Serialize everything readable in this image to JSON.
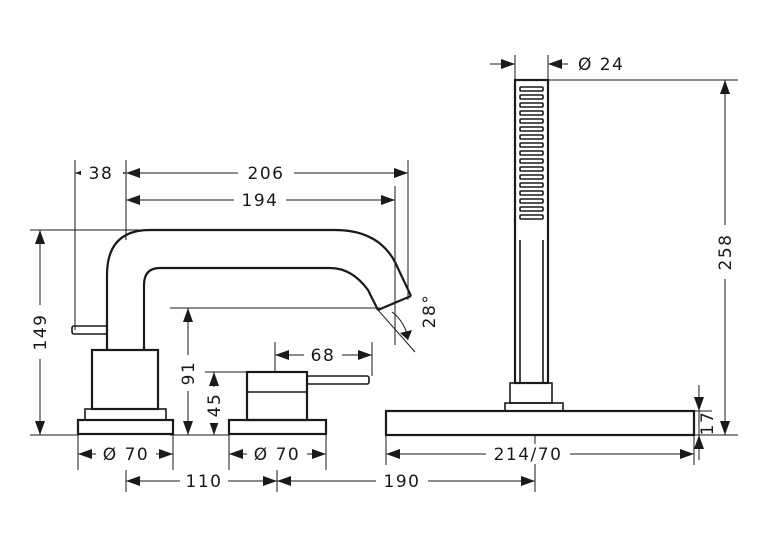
{
  "dimensions": {
    "d38": "38",
    "d206": "206",
    "d194": "194",
    "d149": "149",
    "d91": "91",
    "d45": "45",
    "d68": "68",
    "d28deg": "28°",
    "dia70_left": "Ø 70",
    "dia70_mid": "Ø 70",
    "d110": "110",
    "d190": "190",
    "d214_70": "214/70",
    "dia24": "Ø 24",
    "d258": "258",
    "d17": "17"
  },
  "colors": {
    "line": "#1a1a1a",
    "background": "#ffffff"
  }
}
